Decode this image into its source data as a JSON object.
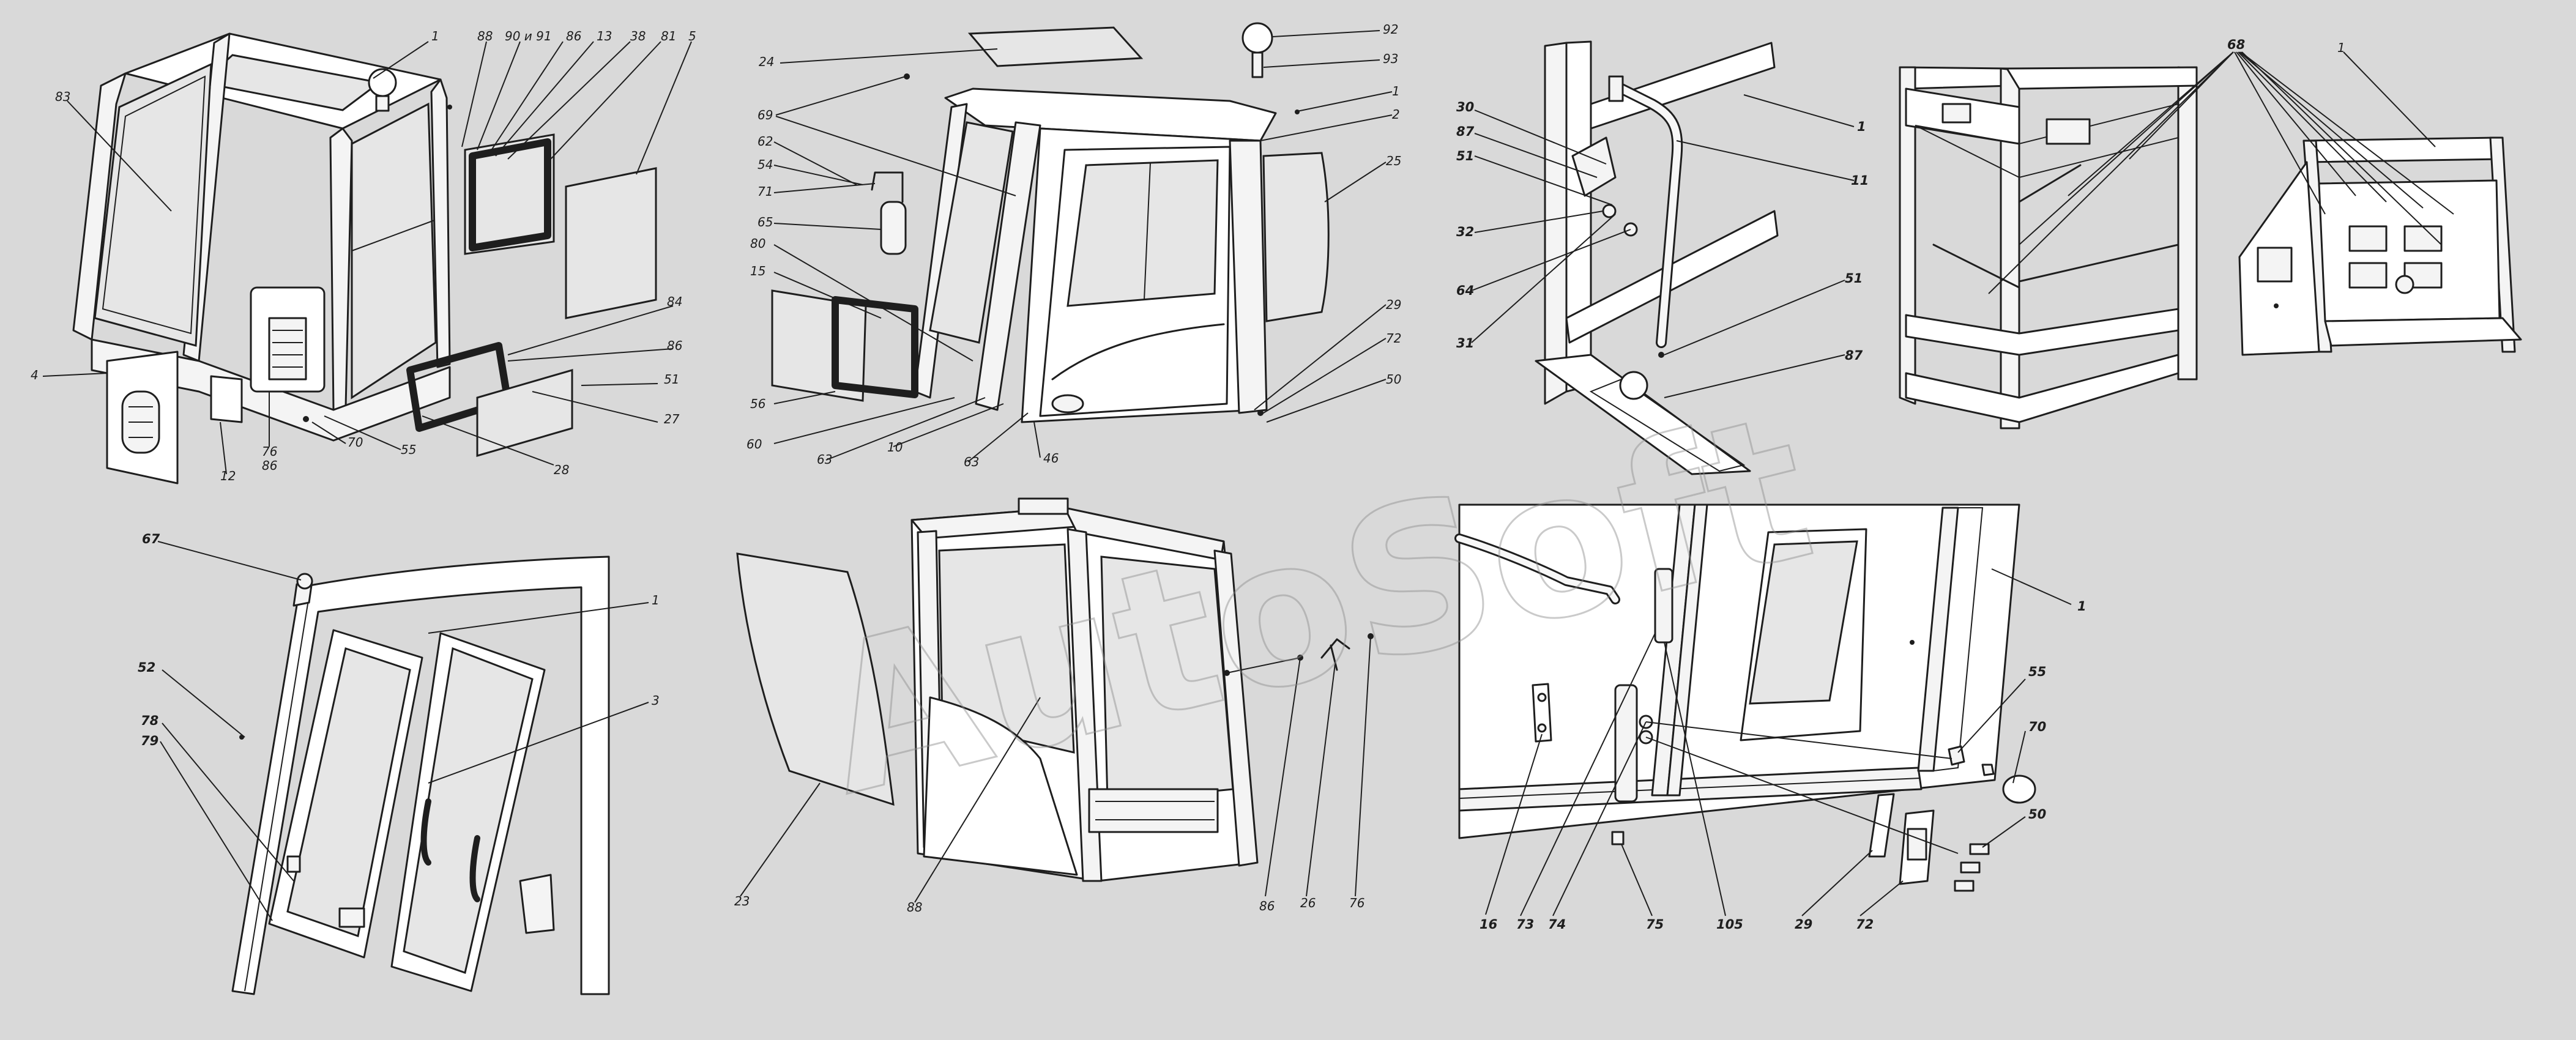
{
  "watermark": "AutoSoft",
  "panels": {
    "cab_overview": {
      "callouts": [
        "1",
        "88",
        "90 и 91",
        "86",
        "13",
        "38",
        "81",
        "5",
        "83",
        "84",
        "86",
        "51",
        "27",
        "4",
        "12",
        "76",
        "86",
        "70",
        "55",
        "28"
      ]
    },
    "cab_door": {
      "callouts": [
        "24",
        "92",
        "93",
        "1",
        "2",
        "25",
        "69",
        "62",
        "54",
        "71",
        "65",
        "80",
        "15",
        "56",
        "60",
        "63",
        "10",
        "63",
        "46",
        "29",
        "72",
        "50"
      ]
    },
    "handrail": {
      "callouts": [
        "30",
        "87",
        "51",
        "32",
        "64",
        "31",
        "1",
        "11",
        "51",
        "87"
      ]
    },
    "frame": {
      "callouts": [
        "68",
        "1"
      ]
    },
    "window": {
      "callouts": [
        "67",
        "52",
        "78",
        "79",
        "1",
        "3"
      ]
    },
    "side_panel": {
      "callouts": [
        "23",
        "88",
        "86",
        "26",
        "76"
      ]
    },
    "hinge_detail": {
      "callouts": [
        "1",
        "55",
        "70",
        "50",
        "16",
        "73",
        "74",
        "75",
        "105",
        "29",
        "72"
      ]
    }
  }
}
